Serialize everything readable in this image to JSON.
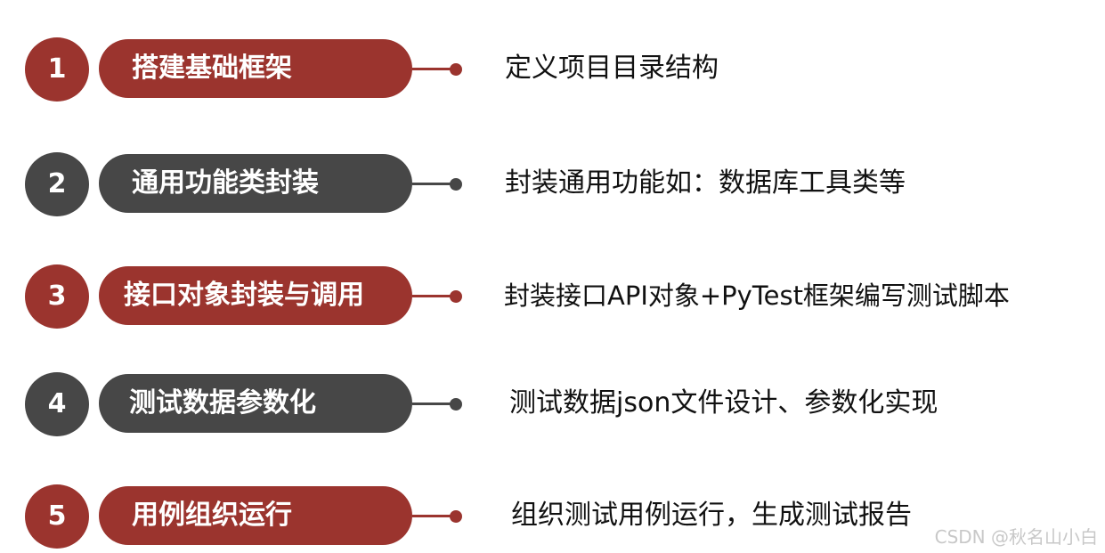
{
  "colors": {
    "red": "#9b342e",
    "dark": "#474747"
  },
  "steps": [
    {
      "number": "1",
      "title": "搭建基础框架",
      "description": "定义项目目录结构",
      "color": "red"
    },
    {
      "number": "2",
      "title": "通用功能类封装",
      "description": "封装通用功能如：数据库工具类等",
      "color": "dark"
    },
    {
      "number": "3",
      "title": "接口对象封装与调用",
      "description": "封装接口API对象+PyTest框架编写测试脚本",
      "color": "red"
    },
    {
      "number": "4",
      "title": "测试数据参数化",
      "description": "测试数据json文件设计、参数化实现",
      "color": "dark"
    },
    {
      "number": "5",
      "title": "用例组织运行",
      "description": "组织测试用例运行，生成测试报告",
      "color": "red"
    }
  ],
  "watermark": "CSDN @秋名山小白"
}
